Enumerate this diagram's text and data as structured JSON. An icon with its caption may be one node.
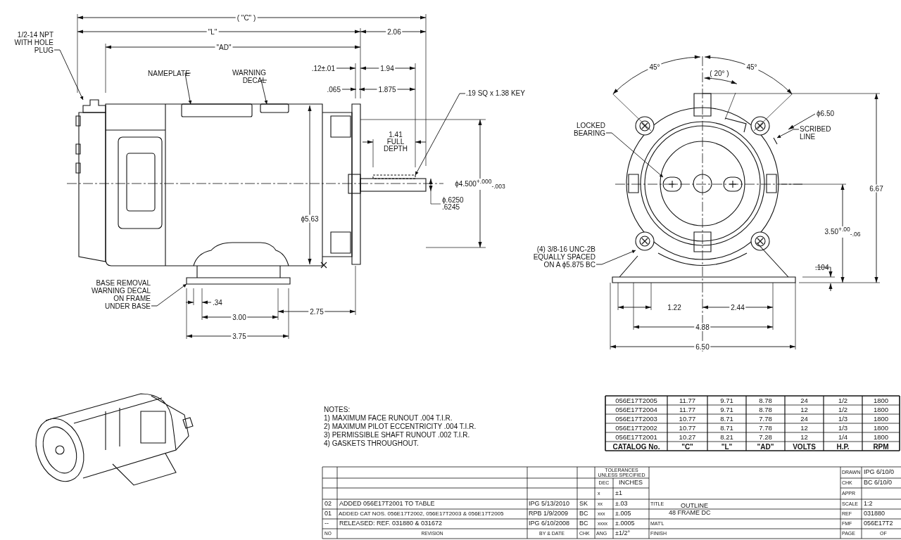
{
  "diagram": {
    "nodes": [
      {
        "text": [
          "1/2-14 NPT WITH HOLE PLUG"
        ]
      },
      {
        "text": [
          "NAMEPLATE"
        ]
      },
      {
        "text": [
          "WARNING DECAL"
        ]
      },
      {
        "text": [
          ".19 SQ x 1.38 KEY"
        ]
      },
      {
        "text": [
          "BASE REMOVAL WARNING DECAL ON FRAME UNDER BASE"
        ]
      },
      {
        "text": [
          "LOCKED BEARING"
        ]
      },
      {
        "text": [
          "SCRIBED LINE"
        ]
      },
      {
        "text": [
          "(4) 3/8-16 UNC-2B EQUALLY SPACED ON A ϕ5.875 BC"
        ]
      },
      {
        "text": [],
        "shape": "picture"
      },
      {
        "text": [],
        "shape": "box"
      },
      {
        "text": [],
        "shape": "box"
      },
      {
        "text": [],
        "shape": "bar"
      },
      {
        "text": [],
        "shape": "picture"
      },
      {
        "text": [],
        "shape": "picture"
      },
      {
        "text": [],
        "shape": "picture"
      },
      {
        "text": [],
        "shape": "picture"
      }
    ],
    "edges": [
      {
        "from": 0,
        "to": 8,
        "arrow": "to"
      },
      {
        "from": 1,
        "to": 9,
        "arrow": "to"
      },
      {
        "from": 2,
        "to": 10,
        "arrow": "to"
      },
      {
        "from": 3,
        "to": 11,
        "arrow": "to"
      },
      {
        "from": 4,
        "to": 12,
        "arrow": "to"
      },
      {
        "from": 5,
        "to": 13,
        "arrow": "to"
      },
      {
        "from": 6,
        "to": 14,
        "arrow": "to"
      },
      {
        "from": 7,
        "to": 15,
        "arrow": "to"
      }
    ],
    "labels": [
      "( \"C\" )",
      "\"L\"",
      "\"AD\"",
      "2.06",
      ".12±.01",
      "1.94",
      ".065",
      "1.875",
      "1.41 FULL DEPTH",
      "ϕ4.500$^{+.000}$$_{-.003}$",
      "ϕ.6250 .6245",
      "ϕ5.63",
      ".34",
      "3.00",
      "2.75",
      "3.75",
      "45°",
      "45°",
      "( 20° )",
      "ϕ6.50",
      "6.67",
      "3.50$^{+.00}$$_{-.06}$",
      ".104",
      "1.22",
      "2.44",
      "4.88",
      "6.50",
      "NOTES:",
      "1) MAXIMUM FACE RUNOUT .004 T.I.R.",
      "2) MAXIMUM PILOT ECCENTRICITY .004 T.I.R.",
      "3) PERMISSIBLE SHAFT RUNOUT .002 T.I.R.",
      "4) GASKETS THROUGHOUT.",
      "056E17T2005",
      "11.77",
      "9.71",
      "8.78",
      "24",
      "1/2",
      "1800",
      "056E17T2004",
      "11.77",
      "9.71",
      "8.78",
      "12",
      "1/2",
      "1800",
      "056E17T2003",
      "10.77",
      "8.71",
      "7.78",
      "24",
      "1/3",
      "1800",
      "056E17T2002",
      "10.77",
      "8.71",
      "7.78",
      "12",
      "1/3",
      "1800",
      "056E17T2001",
      "10.27",
      "8.21",
      "7.28",
      "12",
      "1/4",
      "1800",
      "CATALOG No.",
      "\"C\"",
      "\"L\"",
      "\"AD\"",
      "VOLTS",
      "H.P.",
      "RPM",
      "TOLERANCES UNLESS SPECIFIED",
      "DRAWN",
      "IPG 6/10/0",
      "DEC",
      "INCHES",
      "CHK",
      "BC 6/10/0",
      "x",
      "±1",
      "APPR",
      "02",
      "ADDED 056E17T2001 TO TABLE",
      "IPG  5/13/2010",
      "SK",
      "xx",
      "±.03",
      "TITLE",
      "OUTLINE 48 FRAME DC",
      "SCALE",
      "1:2",
      "01",
      "ADDED CAT NOS. 056E17T2002, 056E17T2003 & 056E17T2005",
      "RPB  1/9/2009",
      "BC",
      "xxx",
      "±.005",
      "REF",
      "031880",
      "--",
      "RELEASED: REF. 031880 & 031672",
      "IPG  6/10/2008",
      "BC",
      "xxxx",
      "±.0005",
      "MAT'L",
      "FMF",
      "056E17T2",
      "NO",
      "REVISION",
      "BY & DATE",
      "CHK",
      "ANG",
      "±1/2°",
      "FINISH",
      "PAGE",
      "OF"
    ]
  }
}
